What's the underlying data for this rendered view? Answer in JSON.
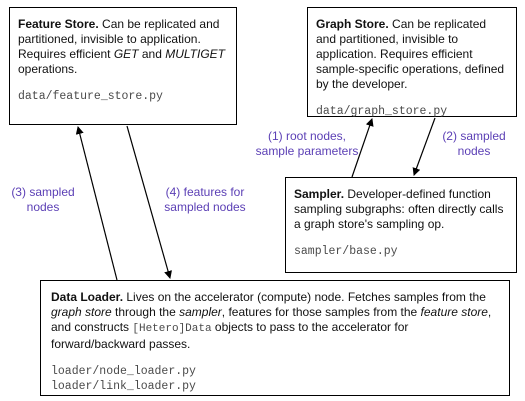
{
  "feature_store": {
    "title": "Feature Store.",
    "desc_1": " Can be replicated and partitioned, invisible to application. Requires efficient ",
    "get_op": "GET",
    "and": " and ",
    "multiget_op": "MULTIGET",
    "desc_2": " operations.",
    "code": "data/feature_store.py"
  },
  "graph_store": {
    "title": "Graph Store.",
    "desc": " Can be replicated and partitioned, invisible to application. Requires efficient sample-specific operations, defined by the developer.",
    "code": "data/graph_store.py"
  },
  "sampler": {
    "title": "Sampler.",
    "desc": " Developer-defined function sampling subgraphs: often directly calls a graph store's sampling op.",
    "code": "sampler/base.py"
  },
  "data_loader": {
    "title": "Data Loader.",
    "desc_1": " Lives on the accelerator (compute) node. Fetches samples from the ",
    "graph_store_term": "graph store",
    "desc_2": " through the ",
    "sampler_term": "sampler",
    "desc_3": ", features for those samples from the ",
    "feature_store_term": "feature store",
    "desc_4": ", and constructs ",
    "data_class": "[Hetero]Data",
    "desc_5": " objects to pass to the accelerator for forward/backward passes.",
    "code_1": "loader/node_loader.py",
    "code_2": "loader/link_loader.py"
  },
  "edges": {
    "sampled_nodes_left": "(3) sampled nodes",
    "features_for_sampled_nodes": "(4) features for sampled nodes",
    "root_nodes": "(1) root nodes, sample parameters",
    "sampled_nodes_right": "(2) sampled nodes"
  },
  "colors": {
    "edge_label": "#5b3fb5",
    "code_text": "#4a4a4a",
    "border": "#000000"
  }
}
